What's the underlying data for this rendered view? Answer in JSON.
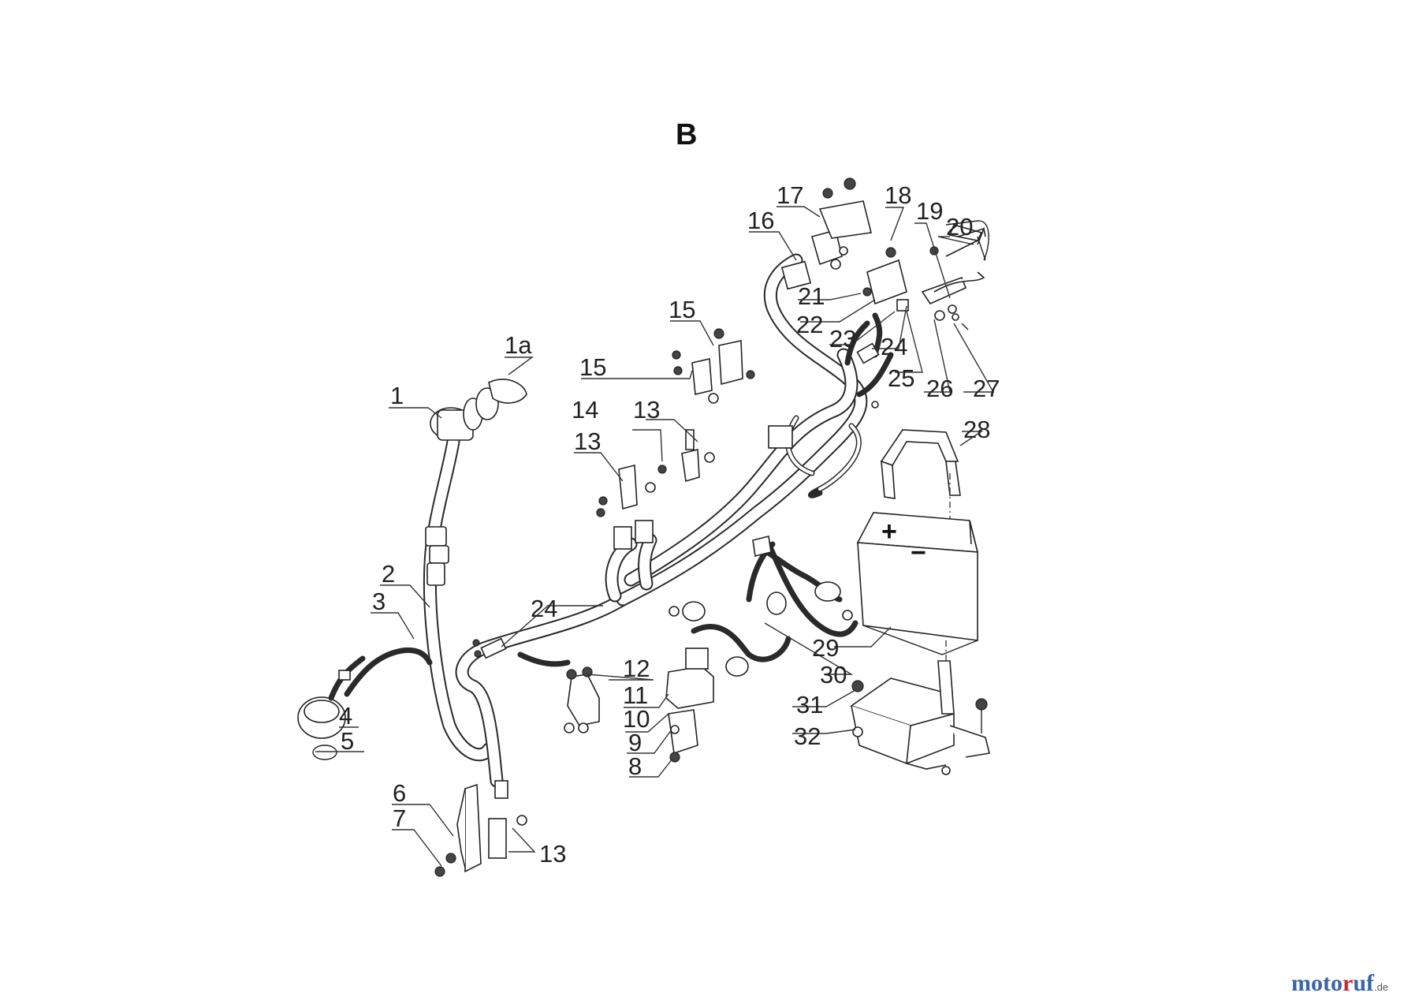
{
  "title": "B",
  "callouts": [
    {
      "id": "c1",
      "text": "1"
    },
    {
      "id": "c1a",
      "text": "1a"
    },
    {
      "id": "c2",
      "text": "2"
    },
    {
      "id": "c3",
      "text": "3"
    },
    {
      "id": "c4",
      "text": "4"
    },
    {
      "id": "c5",
      "text": "5"
    },
    {
      "id": "c6",
      "text": "6"
    },
    {
      "id": "c7",
      "text": "7"
    },
    {
      "id": "c8",
      "text": "8"
    },
    {
      "id": "c9",
      "text": "9"
    },
    {
      "id": "c10",
      "text": "10"
    },
    {
      "id": "c11",
      "text": "11"
    },
    {
      "id": "c12",
      "text": "12"
    },
    {
      "id": "c13a",
      "text": "13"
    },
    {
      "id": "c13b",
      "text": "13"
    },
    {
      "id": "c13c",
      "text": "13"
    },
    {
      "id": "c14",
      "text": "14"
    },
    {
      "id": "c15a",
      "text": "15"
    },
    {
      "id": "c15b",
      "text": "15"
    },
    {
      "id": "c16",
      "text": "16"
    },
    {
      "id": "c17",
      "text": "17"
    },
    {
      "id": "c18",
      "text": "18"
    },
    {
      "id": "c19",
      "text": "19"
    },
    {
      "id": "c20",
      "text": "20"
    },
    {
      "id": "c21",
      "text": "21"
    },
    {
      "id": "c22",
      "text": "22"
    },
    {
      "id": "c23",
      "text": "23"
    },
    {
      "id": "c24a",
      "text": "24"
    },
    {
      "id": "c24b",
      "text": "24"
    },
    {
      "id": "c25",
      "text": "25"
    },
    {
      "id": "c26",
      "text": "26"
    },
    {
      "id": "c27",
      "text": "27"
    },
    {
      "id": "c28",
      "text": "28"
    },
    {
      "id": "c29",
      "text": "29"
    },
    {
      "id": "c30",
      "text": "30"
    },
    {
      "id": "c31",
      "text": "31"
    },
    {
      "id": "c32",
      "text": "32"
    }
  ],
  "battery": {
    "plus": "+",
    "minus": "−"
  },
  "watermark": {
    "part1": "moto",
    "part2": "r",
    "part3": "uf",
    "suffix": ".de"
  }
}
